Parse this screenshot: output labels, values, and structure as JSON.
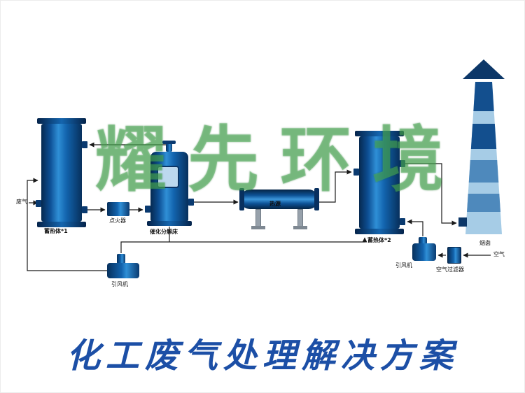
{
  "diagram": {
    "watermark": "耀先环境",
    "title": "化工废气处理解决方案",
    "labels": {
      "waste_gas": "废气",
      "regenerator1": "蓄热体*1",
      "igniter": "点火器",
      "catalytic_bed": "催化分解床",
      "heat_source": "热源",
      "regenerator2": "蓄热体*2",
      "chimney": "烟囱",
      "fan1": "引风机",
      "fan2": "引风机",
      "air_filter": "空气过滤器",
      "air": "空气"
    },
    "colors": {
      "equipment_blue_dark": "#06294f",
      "equipment_blue": "#1263ad",
      "equipment_blue_light": "#3c96da",
      "chimney_light": "#a6cce6",
      "chimney_dark": "#134f8e",
      "chimney_mid": "#4e89bc",
      "watermark_green": "#50af5a",
      "title_blue": "#1c4fa6",
      "line_black": "#1a1a1a",
      "leg_gray": "#97a1ab"
    }
  }
}
